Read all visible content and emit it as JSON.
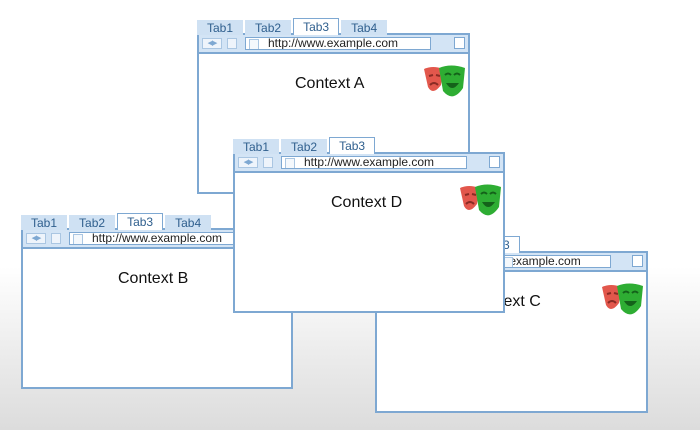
{
  "tabs": [
    "Tab1",
    "Tab2",
    "Tab3",
    "Tab4"
  ],
  "tabs_short": [
    "Tab1",
    "Tab2",
    "Tab3"
  ],
  "url": "http://www.example.com",
  "url_clipped": ".example.com",
  "contexts": {
    "a": "Context A",
    "b": "Context B",
    "c": "text C",
    "d": "Context D"
  },
  "clipped_tab_fragment": "3",
  "icons": {
    "logo": "playwright-masks-icon",
    "menu": "menu-icon",
    "nav": "back-forward-icon",
    "reload": "reload-icon"
  },
  "colors": {
    "frame": "#7ea8d2",
    "toolbar": "#d3e4f5",
    "tab": "#cfe1f3",
    "mask_red": "#e2574c",
    "mask_green": "#2ead33"
  }
}
